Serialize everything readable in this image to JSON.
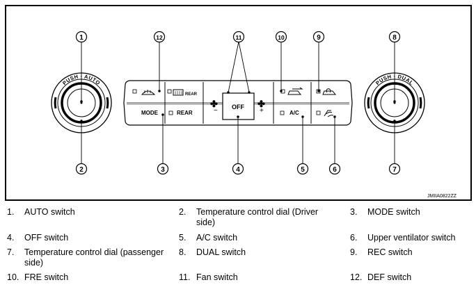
{
  "figure_code": "JMIIA0822ZZ",
  "callouts": [
    "1",
    "2",
    "3",
    "4",
    "5",
    "6",
    "7",
    "8",
    "9",
    "10",
    "11",
    "12"
  ],
  "panel": {
    "left_dial_ring": "PUSH · AUTO",
    "right_dial_ring": "PUSH · DUAL",
    "mode_label": "MODE",
    "rear_label": "REAR",
    "rear_small_label": "REAR",
    "off_label": "OFF",
    "ac_label": "A/C",
    "fan_minus": "−",
    "fan_plus": "+"
  },
  "legend": [
    {
      "num": "1.",
      "text": "AUTO switch"
    },
    {
      "num": "2.",
      "text": "Temperature control dial (Driver side)"
    },
    {
      "num": "3.",
      "text": "MODE switch"
    },
    {
      "num": "4.",
      "text": "OFF switch"
    },
    {
      "num": "5.",
      "text": "A/C switch"
    },
    {
      "num": "6.",
      "text": "Upper ventilator switch"
    },
    {
      "num": "7.",
      "text": "Temperature control dial (passenger side)"
    },
    {
      "num": "8.",
      "text": "DUAL switch"
    },
    {
      "num": "9.",
      "text": "REC switch"
    },
    {
      "num": "10.",
      "text": "FRE switch"
    },
    {
      "num": "11.",
      "text": "Fan switch"
    },
    {
      "num": "12.",
      "text": "DEF switch"
    }
  ]
}
